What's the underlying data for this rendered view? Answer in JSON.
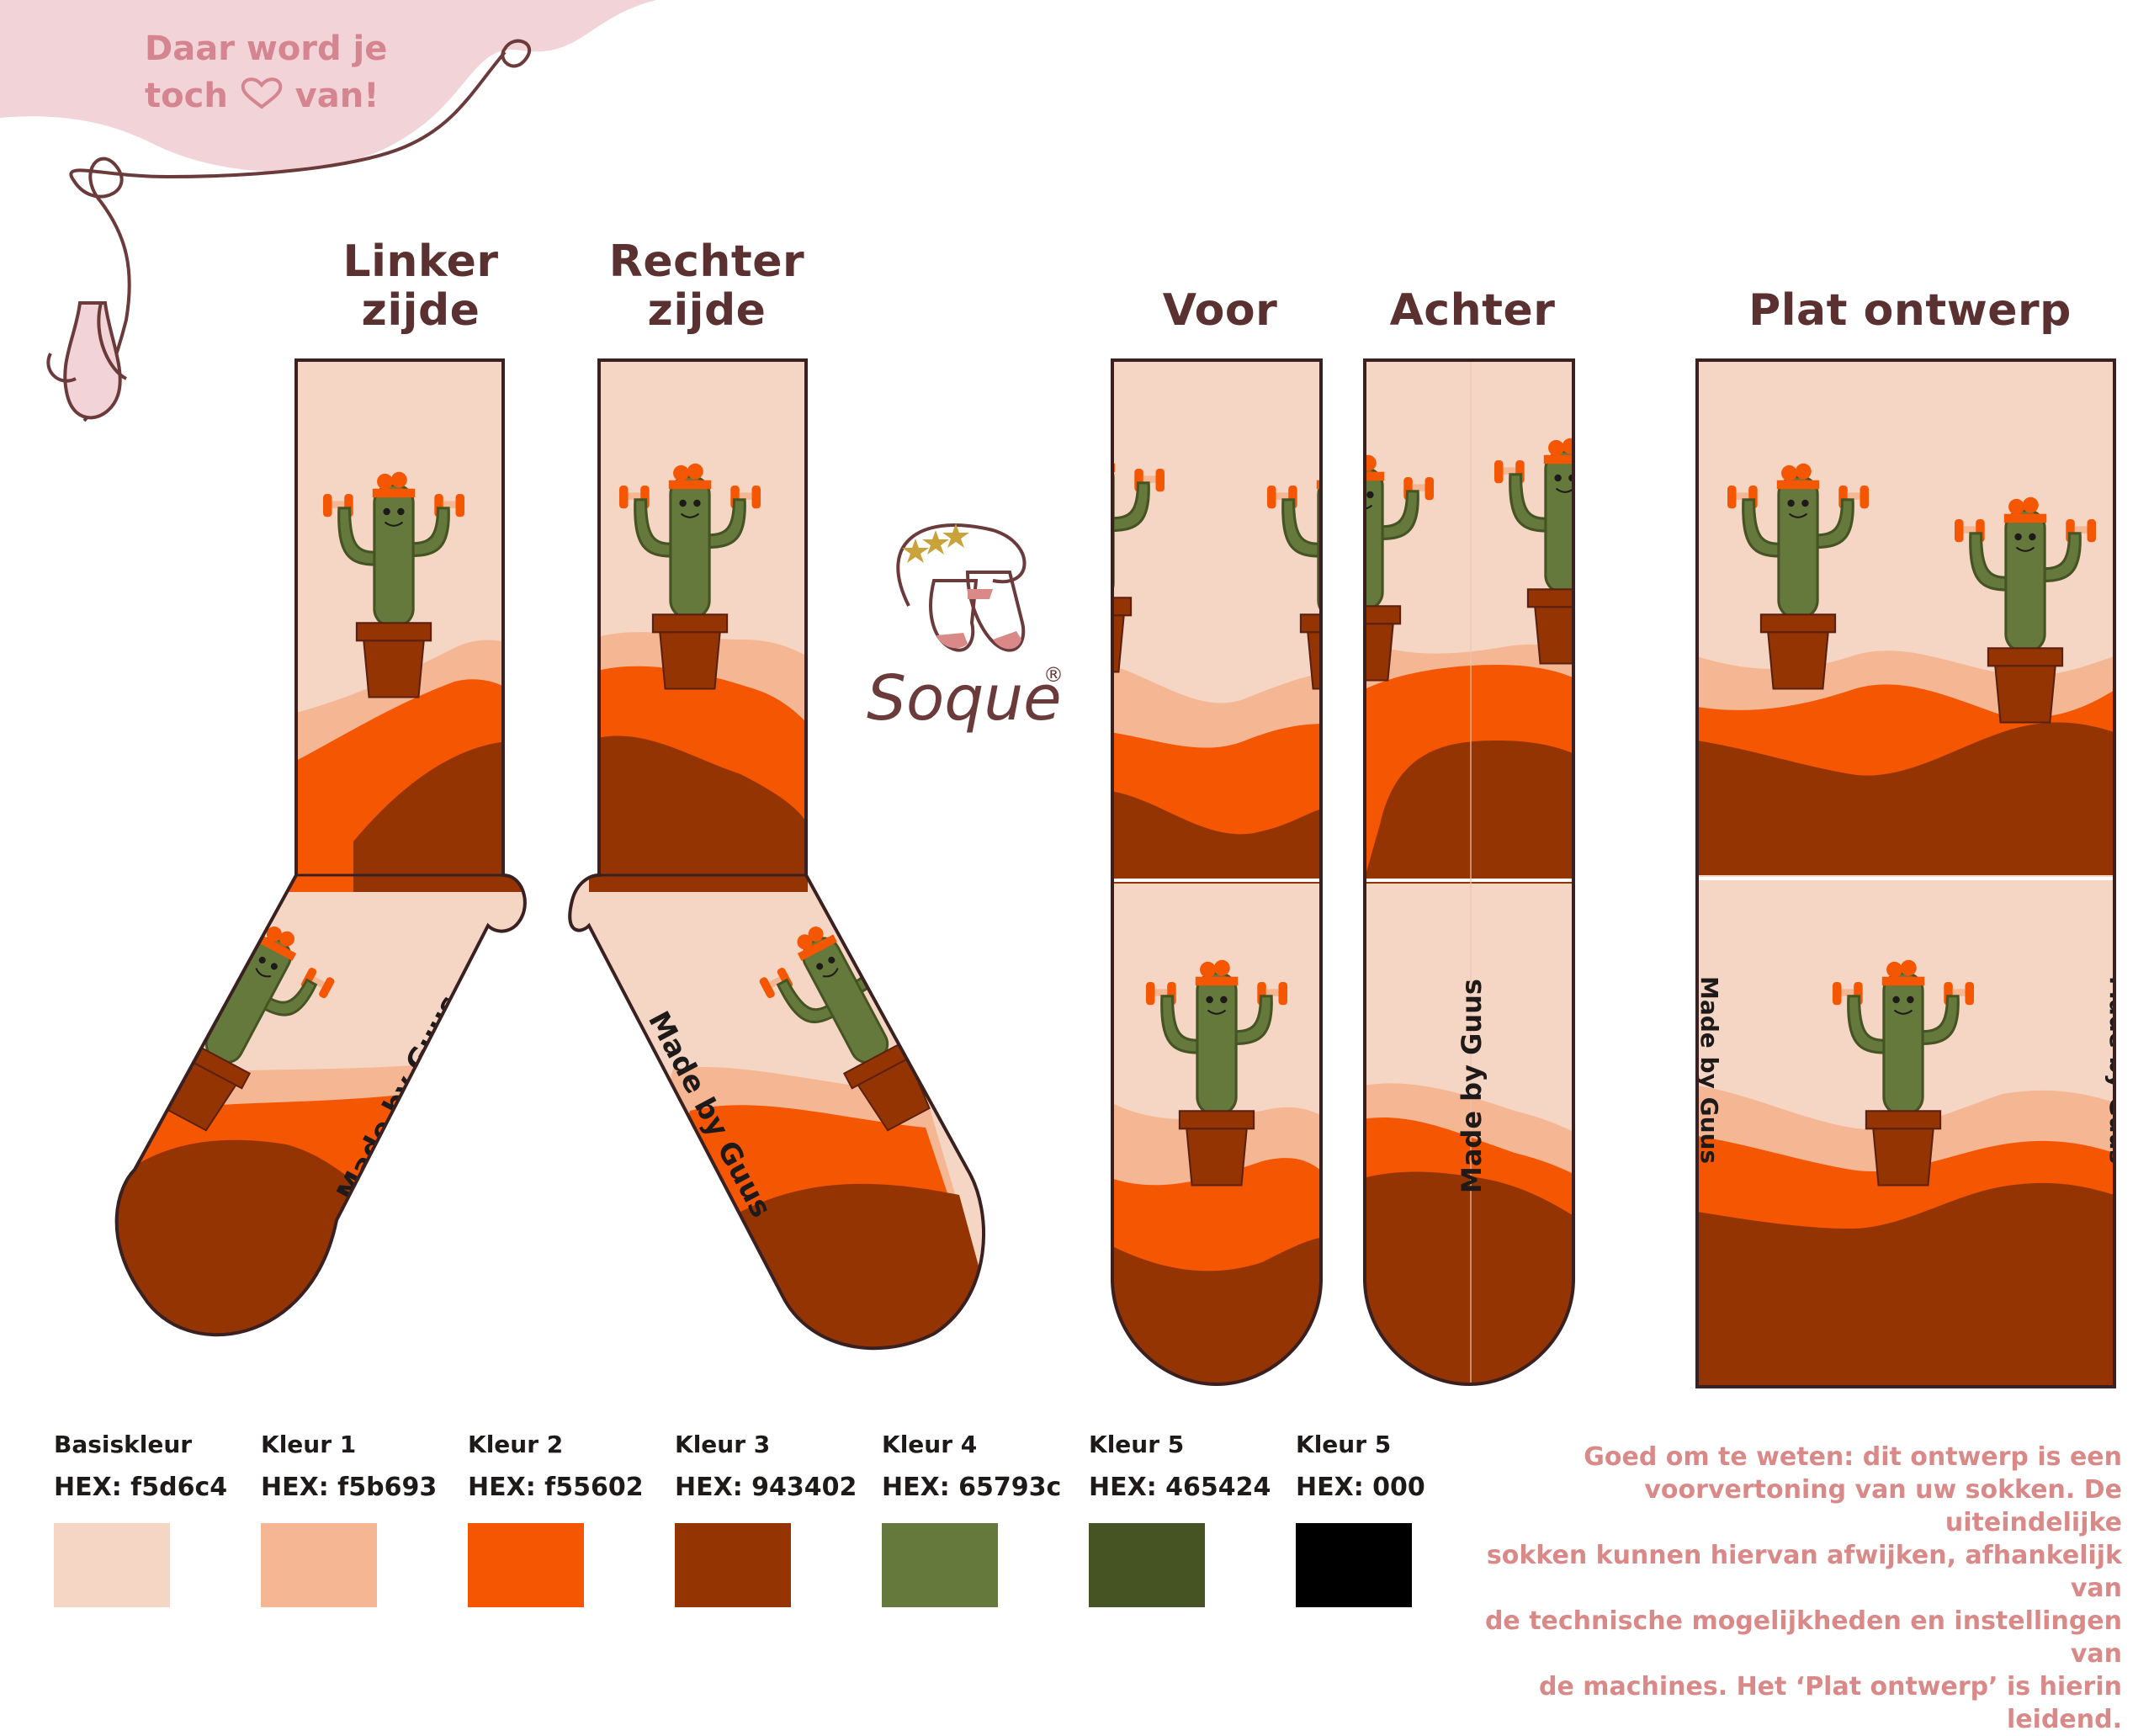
{
  "header": {
    "tagline_line1": "Daar word je",
    "tagline_line2_a": "toch",
    "tagline_line2_b": "van!"
  },
  "brand": {
    "name": "Soque",
    "registered": "®"
  },
  "views": [
    {
      "id": "linker",
      "line1": "Linker",
      "line2": "zijde"
    },
    {
      "id": "rechter",
      "line1": "Rechter",
      "line2": "zijde"
    },
    {
      "id": "voor",
      "line1": "Voor"
    },
    {
      "id": "achter",
      "line1": "Achter"
    },
    {
      "id": "plat",
      "line1": "Plat ontwerp"
    }
  ],
  "sock_text": "Made by Guus",
  "palette": [
    {
      "label": "Basiskleur",
      "hex_text": "HEX: f5d6c4",
      "color": "#f5d6c4"
    },
    {
      "label": "Kleur 1",
      "hex_text": "HEX: f5b693",
      "color": "#f5b693"
    },
    {
      "label": "Kleur 2",
      "hex_text": "HEX: f55602",
      "color": "#f55602"
    },
    {
      "label": "Kleur 3",
      "hex_text": "HEX: 943402",
      "color": "#943402"
    },
    {
      "label": "Kleur 4",
      "hex_text": "HEX: 65793c",
      "color": "#65793c"
    },
    {
      "label": "Kleur 5",
      "hex_text": "HEX: 465424",
      "color": "#465424"
    },
    {
      "label": "Kleur 5",
      "hex_text": "HEX: 000",
      "color": "#000000"
    }
  ],
  "note": {
    "line1": "Goed om te weten: dit ontwerp is een",
    "line2": "voorvertoning van uw sokken. De uiteindelijke",
    "line3": "sokken kunnen hiervan afwijken, afhankelijk van",
    "line4": "de technische mogelijkheden en instellingen van",
    "line5": "de machines. Het ‘Plat ontwerp’ is hierin leidend."
  },
  "colors": {
    "accent_pink": "#f2d4d8",
    "title_brown": "#5a3030",
    "note_pink": "#d98a88",
    "outline": "#3a2020"
  }
}
